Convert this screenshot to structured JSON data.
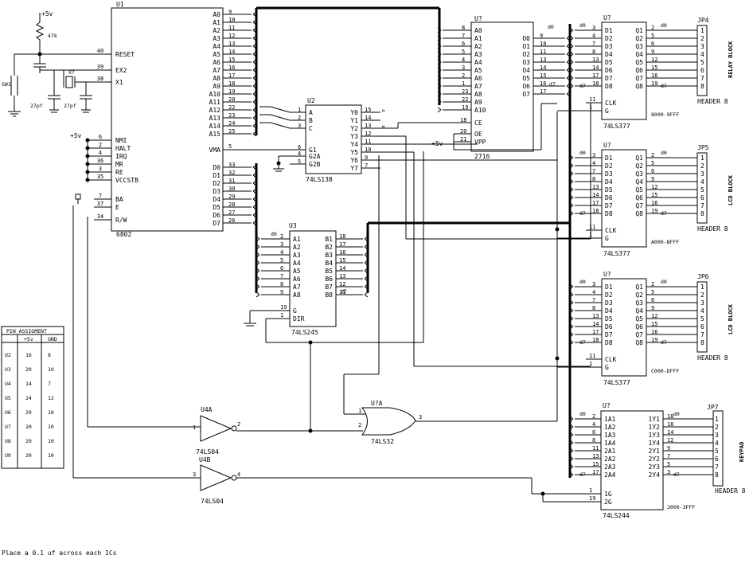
{
  "power": {
    "vcc_top": "+5v",
    "vcc_left": "+5v",
    "vcc_eprom": "+5v"
  },
  "resistor": {
    "value": "47k"
  },
  "switch": {
    "label": "SW1"
  },
  "crystal": {
    "label": "X?"
  },
  "caps": {
    "c1": "27pf",
    "c2": "27pf"
  },
  "cpu": {
    "ref": "U1",
    "part": "6802",
    "left_pins": [
      {
        "num": "40",
        "name": "RESET"
      },
      {
        "num": "39",
        "name": "EX2"
      },
      {
        "num": "38",
        "name": "X1"
      },
      {
        "num": "6",
        "name": "NMI"
      },
      {
        "num": "2",
        "name": "HALT"
      },
      {
        "num": "4",
        "name": "IRQ"
      },
      {
        "num": "36",
        "name": "MR"
      },
      {
        "num": "3",
        "name": "RE"
      },
      {
        "num": "35",
        "name": "VCCSTB"
      },
      {
        "num": "7",
        "name": "BA"
      },
      {
        "num": "37",
        "name": "E"
      },
      {
        "num": "34",
        "name": "R/W"
      }
    ],
    "addr_pins": [
      {
        "num": "9",
        "name": "A0"
      },
      {
        "num": "10",
        "name": "A1"
      },
      {
        "num": "11",
        "name": "A2"
      },
      {
        "num": "12",
        "name": "A3"
      },
      {
        "num": "13",
        "name": "A4"
      },
      {
        "num": "14",
        "name": "A5"
      },
      {
        "num": "15",
        "name": "A6"
      },
      {
        "num": "16",
        "name": "A7"
      },
      {
        "num": "17",
        "name": "A8"
      },
      {
        "num": "18",
        "name": "A9"
      },
      {
        "num": "19",
        "name": "A10"
      },
      {
        "num": "20",
        "name": "A11"
      },
      {
        "num": "22",
        "name": "A12"
      },
      {
        "num": "23",
        "name": "A13"
      },
      {
        "num": "24",
        "name": "A14"
      },
      {
        "num": "25",
        "name": "A15"
      }
    ],
    "vma": {
      "num": "5",
      "name": "VMA"
    },
    "data_pins": [
      {
        "num": "33",
        "name": "D0"
      },
      {
        "num": "32",
        "name": "D1"
      },
      {
        "num": "31",
        "name": "D2"
      },
      {
        "num": "30",
        "name": "D3"
      },
      {
        "num": "29",
        "name": "D4"
      },
      {
        "num": "28",
        "name": "D5"
      },
      {
        "num": "27",
        "name": "D6"
      },
      {
        "num": "26",
        "name": "D7"
      }
    ]
  },
  "decoder": {
    "ref": "U2",
    "part": "74LS138",
    "inputs": [
      {
        "num": "1",
        "name": "A"
      },
      {
        "num": "2",
        "name": "B"
      },
      {
        "num": "3",
        "name": "C"
      },
      {
        "num": "6",
        "name": "G1"
      },
      {
        "num": "4",
        "name": "G2A"
      },
      {
        "num": "5",
        "name": "G2B"
      }
    ],
    "outputs": [
      {
        "num": "15",
        "name": "Y0"
      },
      {
        "num": "14",
        "name": "Y1"
      },
      {
        "num": "13",
        "name": "Y2"
      },
      {
        "num": "12",
        "name": "Y3"
      },
      {
        "num": "11",
        "name": "Y4"
      },
      {
        "num": "10",
        "name": "Y5"
      },
      {
        "num": "9",
        "name": "Y6"
      },
      {
        "num": "7",
        "name": "Y7"
      }
    ]
  },
  "buffer": {
    "ref": "U3",
    "part": "74LS245",
    "a_pins": [
      {
        "num": "2",
        "name": "A1"
      },
      {
        "num": "3",
        "name": "A2"
      },
      {
        "num": "4",
        "name": "A3"
      },
      {
        "num": "5",
        "name": "A4"
      },
      {
        "num": "6",
        "name": "A5"
      },
      {
        "num": "7",
        "name": "A6"
      },
      {
        "num": "8",
        "name": "A7"
      },
      {
        "num": "9",
        "name": "A8"
      }
    ],
    "b_pins": [
      {
        "num": "18",
        "name": "B1"
      },
      {
        "num": "17",
        "name": "B2"
      },
      {
        "num": "16",
        "name": "B3"
      },
      {
        "num": "15",
        "name": "B4"
      },
      {
        "num": "14",
        "name": "B5"
      },
      {
        "num": "13",
        "name": "B6"
      },
      {
        "num": "12",
        "name": "B7"
      },
      {
        "num": "11",
        "name": "B8"
      }
    ],
    "g": {
      "num": "19",
      "name": "G"
    },
    "dir": {
      "num": "1",
      "name": "DIR"
    },
    "d0": "d0",
    "d7": "d7"
  },
  "eprom": {
    "ref": "U?",
    "part": "2716",
    "a_pins": [
      {
        "num": "8",
        "name": "A0"
      },
      {
        "num": "7",
        "name": "A1"
      },
      {
        "num": "6",
        "name": "A2"
      },
      {
        "num": "5",
        "name": "A3"
      },
      {
        "num": "4",
        "name": "A4"
      },
      {
        "num": "3",
        "name": "A5"
      },
      {
        "num": "2",
        "name": "A6"
      },
      {
        "num": "1",
        "name": "A7"
      },
      {
        "num": "23",
        "name": "A8"
      },
      {
        "num": "22",
        "name": "A9"
      },
      {
        "num": "19",
        "name": "A10"
      }
    ],
    "o_pins": [
      {
        "num": "9",
        "name": "O0"
      },
      {
        "num": "10",
        "name": "O1"
      },
      {
        "num": "11",
        "name": "O2"
      },
      {
        "num": "13",
        "name": "O3"
      },
      {
        "num": "14",
        "name": "O4"
      },
      {
        "num": "15",
        "name": "O5"
      },
      {
        "num": "16",
        "name": "O6"
      },
      {
        "num": "17",
        "name": "O7"
      }
    ],
    "ctrl": [
      {
        "num": "18",
        "name": "CE"
      },
      {
        "num": "20",
        "name": "OE"
      },
      {
        "num": "21",
        "name": "VPP"
      }
    ],
    "d0": "d0",
    "d7": "d7"
  },
  "latches": [
    {
      "ref": "U?",
      "part": "74LS377",
      "addr": "8000-9FFF",
      "conn": "JP4",
      "block": "RELAY BLOCK",
      "header": "HEADER 8"
    },
    {
      "ref": "U?",
      "part": "74LS377",
      "addr": "A000-BFFF",
      "conn": "JP5",
      "block": "LCD BLOCK",
      "header": "HEADER 8"
    },
    {
      "ref": "U?",
      "part": "74LS377",
      "addr": "C000-DFFF",
      "conn": "JP6",
      "block": "LCD BLOCK",
      "header": "HEADER 8"
    }
  ],
  "latch_pins": {
    "d": [
      {
        "num": "3",
        "name": "D1"
      },
      {
        "num": "4",
        "name": "D2"
      },
      {
        "num": "7",
        "name": "D3"
      },
      {
        "num": "8",
        "name": "D4"
      },
      {
        "num": "13",
        "name": "D5"
      },
      {
        "num": "14",
        "name": "D6"
      },
      {
        "num": "17",
        "name": "D7"
      },
      {
        "num": "18",
        "name": "D8"
      }
    ],
    "q": [
      {
        "num": "2",
        "name": "Q1"
      },
      {
        "num": "5",
        "name": "Q2"
      },
      {
        "num": "6",
        "name": "Q3"
      },
      {
        "num": "9",
        "name": "Q4"
      },
      {
        "num": "12",
        "name": "Q5"
      },
      {
        "num": "15",
        "name": "Q6"
      },
      {
        "num": "16",
        "name": "Q7"
      },
      {
        "num": "19",
        "name": "Q8"
      }
    ],
    "clk": {
      "num": "11",
      "name": "CLK"
    },
    "g": {
      "num": "1",
      "name": "G"
    }
  },
  "keypad_buf": {
    "ref": "U?",
    "part": "74LS244",
    "addr": "2000-3FFF",
    "conn": "JP7",
    "block": "KEYPAD",
    "header": "HEADER 8",
    "a": [
      {
        "num": "2",
        "name": "1A1"
      },
      {
        "num": "4",
        "name": "1A2"
      },
      {
        "num": "6",
        "name": "1A3"
      },
      {
        "num": "8",
        "name": "1A4"
      },
      {
        "num": "11",
        "name": "2A1"
      },
      {
        "num": "13",
        "name": "2A2"
      },
      {
        "num": "15",
        "name": "2A3"
      },
      {
        "num": "17",
        "name": "2A4"
      }
    ],
    "y": [
      {
        "num": "18",
        "name": "1Y1"
      },
      {
        "num": "16",
        "name": "1Y2"
      },
      {
        "num": "14",
        "name": "1Y3"
      },
      {
        "num": "12",
        "name": "1Y4"
      },
      {
        "num": "9",
        "name": "2Y1"
      },
      {
        "num": "7",
        "name": "2Y2"
      },
      {
        "num": "5",
        "name": "2Y3"
      },
      {
        "num": "3",
        "name": "2Y4"
      }
    ],
    "g1": {
      "num": "1",
      "name": "1G"
    },
    "g2": {
      "num": "19",
      "name": "2G"
    }
  },
  "header_pins": [
    "1",
    "2",
    "3",
    "4",
    "5",
    "6",
    "7",
    "8"
  ],
  "gates": {
    "inv_a": {
      "ref": "U4A",
      "part": "74LS04",
      "in": "1",
      "out": "2"
    },
    "inv_b": {
      "ref": "U4B",
      "part": "74LS04",
      "in": "3",
      "out": "4"
    },
    "or": {
      "ref": "U?A",
      "part": "74LS32",
      "in1": "1",
      "in2": "2",
      "out": "3"
    }
  },
  "pin_table": {
    "title": "PIN ASSIGMENT",
    "headers": [
      "",
      "+5v",
      "GND"
    ],
    "rows": [
      [
        "U2",
        "16",
        "8"
      ],
      [
        "U3",
        "20",
        "10"
      ],
      [
        "U4",
        "14",
        "7"
      ],
      [
        "U5",
        "24",
        "12"
      ],
      [
        "U6",
        "20",
        "10"
      ],
      [
        "U7",
        "20",
        "10"
      ],
      [
        "U8",
        "20",
        "10"
      ],
      [
        "U9",
        "20",
        "10"
      ]
    ]
  },
  "note": "Place a 0.1 uf across each ICs",
  "net": {
    "d0": "d0",
    "d7": "d7"
  }
}
